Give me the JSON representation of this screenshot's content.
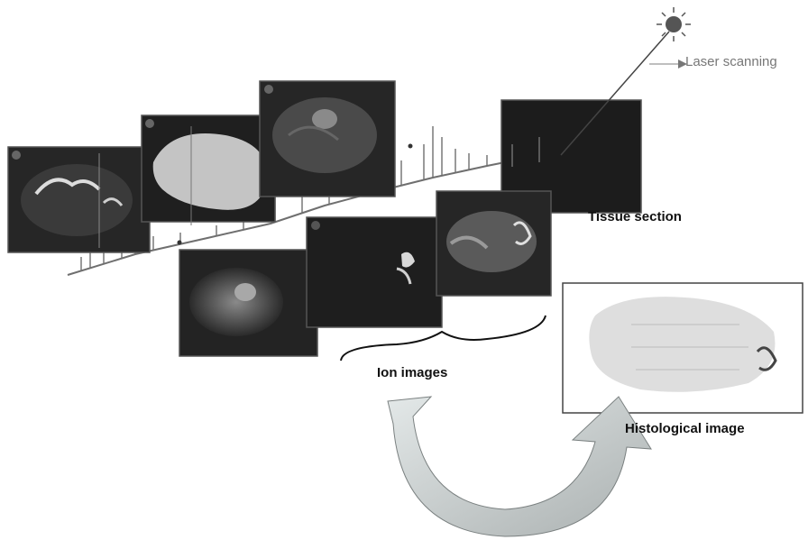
{
  "labels": {
    "laser_scanning": "Laser scanning",
    "tissue_section": "Tissue section",
    "ion_images": "Ion images",
    "histological_image": "Histological image"
  },
  "colors": {
    "panel_dark": "#2a2a2a",
    "panel_border": "#555555",
    "spectrum": "#6f6f6f",
    "arrow_fill": "#c9cfcf",
    "laser_sun": "#555555"
  },
  "icons": {
    "laser_source": "laser-sun-icon",
    "cycle_arrow": "curved-double-arrow-icon"
  }
}
